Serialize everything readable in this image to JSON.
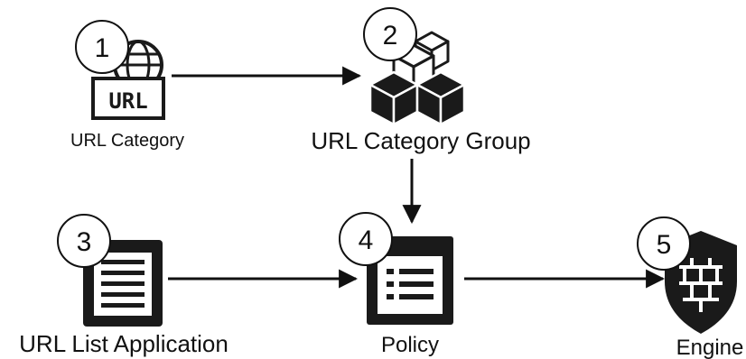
{
  "nodes": [
    {
      "number": "1",
      "label": "URL Category",
      "icon": "url-globe-icon",
      "icon_text": "URL"
    },
    {
      "number": "2",
      "label": "URL Category Group",
      "icon": "cubes-icon"
    },
    {
      "number": "3",
      "label": "URL List Application",
      "icon": "document-list-icon"
    },
    {
      "number": "4",
      "label": "Policy",
      "icon": "policy-window-icon"
    },
    {
      "number": "5",
      "label": "Engine",
      "icon": "firewall-shield-icon"
    }
  ],
  "edges": [
    {
      "from": "1",
      "to": "2"
    },
    {
      "from": "2",
      "to": "4"
    },
    {
      "from": "3",
      "to": "4"
    },
    {
      "from": "4",
      "to": "5"
    }
  ],
  "colors": {
    "icon": "#1a1a1a",
    "text": "#111111",
    "circle_fill": "#ffffff"
  }
}
